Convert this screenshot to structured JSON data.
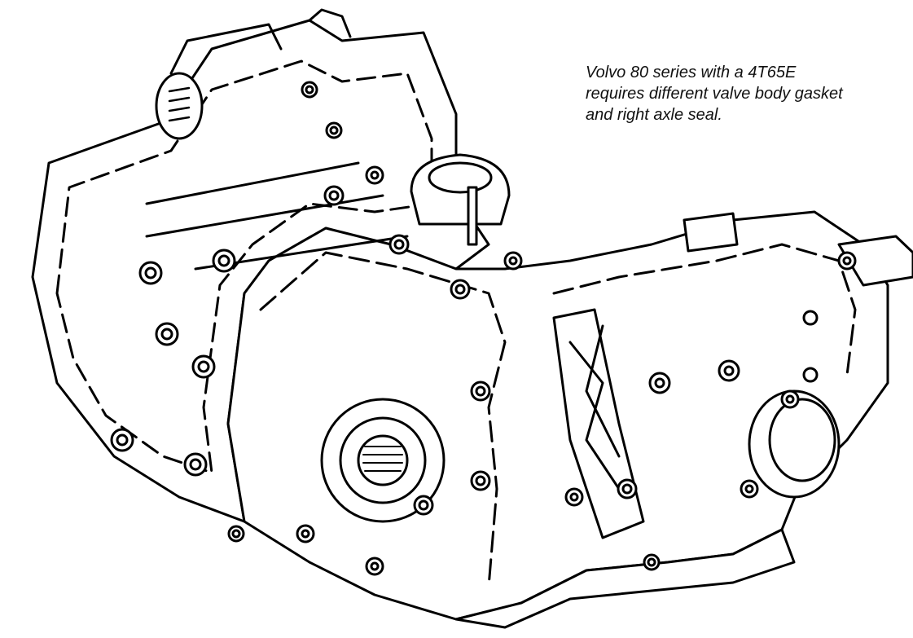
{
  "callout": {
    "lines": [
      "Volvo 80 series with a 4T65E",
      "requires different valve body gasket",
      "and right axle seal."
    ]
  },
  "illustration": {
    "subject": "transaxle-line-drawing",
    "stroke_color": "#000000",
    "fill_color": "#ffffff"
  }
}
